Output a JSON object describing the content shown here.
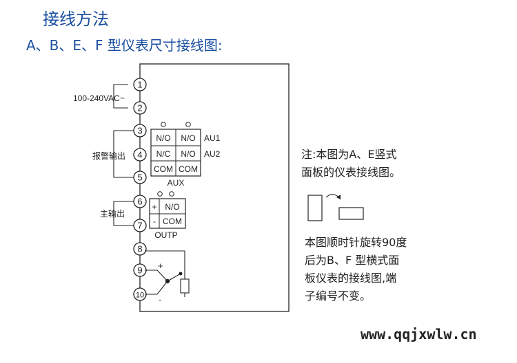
{
  "title": "接线方法",
  "subtitle": "A、B、E、F 型仪表尺寸接线图:",
  "terminals": [
    "1",
    "2",
    "3",
    "4",
    "5",
    "6",
    "7",
    "8",
    "9",
    "10"
  ],
  "labels": {
    "power": "100-240VAC~",
    "alarm_output": "报警输出",
    "main_output": "主输出",
    "plus": "+",
    "minus": "-"
  },
  "aux_block": {
    "name": "AUX",
    "rows": [
      [
        "N/O",
        "N/O"
      ],
      [
        "N/C",
        "N/O"
      ],
      [
        "COM",
        "COM"
      ]
    ],
    "channels": [
      "AU1",
      "AU2"
    ]
  },
  "outp_block": {
    "name": "OUTP",
    "rows": [
      [
        "+",
        "N/O"
      ],
      [
        "-",
        "COM"
      ]
    ]
  },
  "note1": [
    "注:本图为A、E竖式",
    "面板的仪表接线图。"
  ],
  "note2": [
    "本图顺时针旋转90度",
    "后为B、F 型横式面",
    "板仪表的接线图,端",
    "子编号不变。"
  ],
  "watermark": "www.qqjxwlw.cn"
}
